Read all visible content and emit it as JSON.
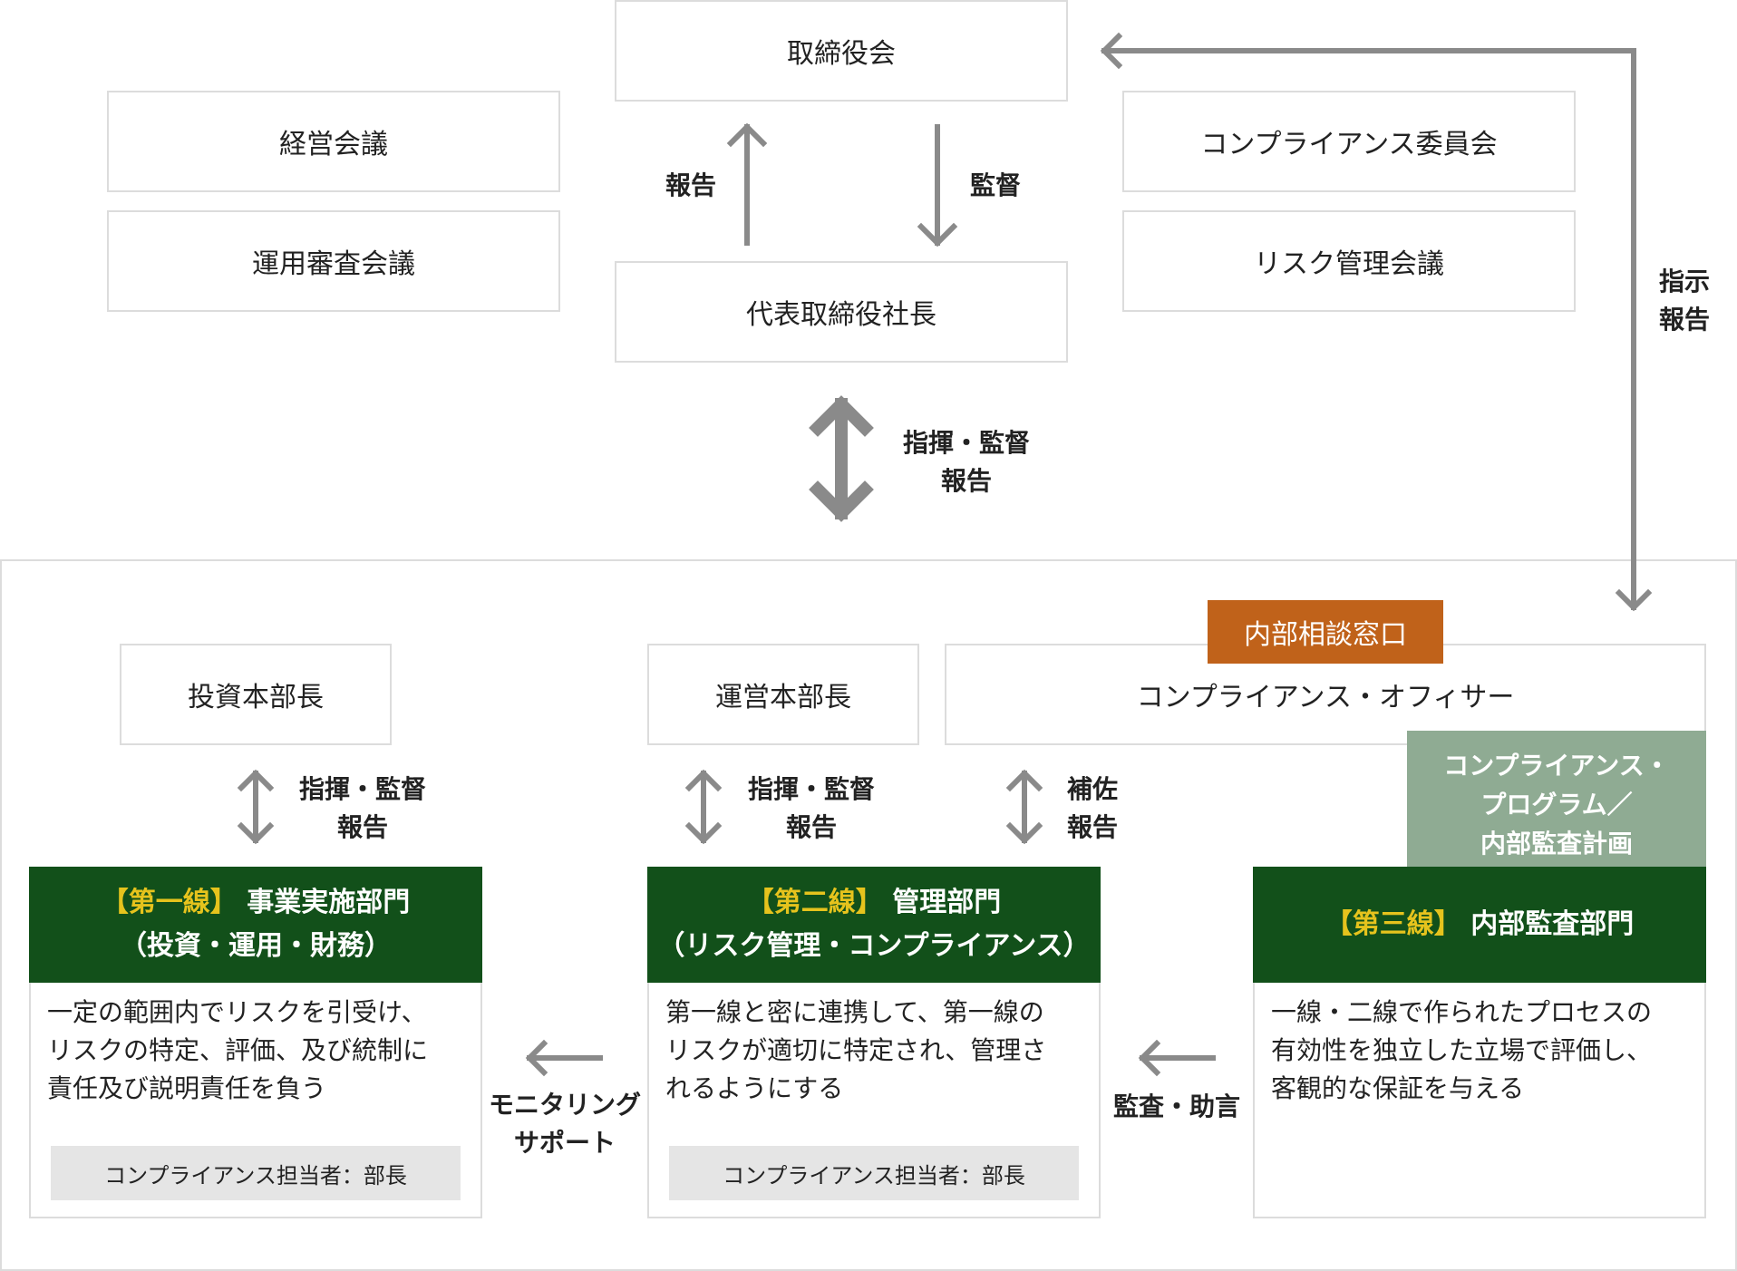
{
  "top": {
    "board": "取締役会",
    "president": "代表取締役社長",
    "management_meeting": "経営会議",
    "investment_review": "運用審査会議",
    "compliance_committee": "コンプライアンス委員会",
    "risk_meeting": "リスク管理会議",
    "report_label": "報告",
    "supervise_label": "監督",
    "instruct_label": "指示",
    "instruct_report_label": "報告",
    "center_label_1": "指揮・監督",
    "center_label_2": "報告"
  },
  "bottom": {
    "investment_head": "投資本部長",
    "operations_head": "運営本部長",
    "compliance_officer": "コンプライアンス・オフィサー",
    "internal_desk": "内部相談窓口",
    "program": [
      "コンプライアンス・",
      "プログラム／",
      "内部監査計画"
    ],
    "arrow1_labels": [
      "指揮・監督",
      "報告"
    ],
    "arrow2_labels": [
      "指揮・監督",
      "報告"
    ],
    "arrow3_labels": [
      "補佐",
      "報告"
    ],
    "monitoring_labels": [
      "モニタリング",
      "サポート"
    ],
    "audit_label": "監査・助言",
    "line1": {
      "tag": "【第一線】",
      "title": "事業実施部門",
      "subtitle": "（投資・運用・財務）",
      "body": [
        "一定の範囲内でリスクを引受け、",
        "リスクの特定、評価、及び統制に",
        "責任及び説明責任を負う"
      ],
      "charge": "コンプライアンス担当者：部長"
    },
    "line2": {
      "tag": "【第二線】",
      "title": "管理部門",
      "subtitle": "（リスク管理・コンプライアンス）",
      "body": [
        "第一線と密に連携して、第一線の",
        "リスクが適切に特定され、管理さ",
        "れるようにする"
      ],
      "charge": "コンプライアンス担当者：部長"
    },
    "line3": {
      "tag": "【第三線】",
      "title": "内部監査部門",
      "body": [
        "一線・二線で作られたプロセスの",
        "有効性を独立した立場で評価し、",
        "客観的な保証を与える"
      ]
    }
  },
  "colors": {
    "dark_green": "#12501a",
    "gold": "#e6c31d",
    "orange": "#c0621a",
    "sage": "#8fab93",
    "arrow_gray": "#8a8a8a"
  }
}
